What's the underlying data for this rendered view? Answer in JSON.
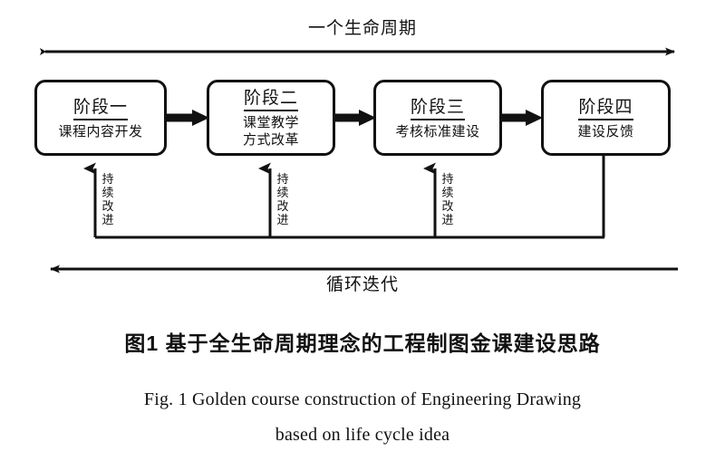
{
  "figure": {
    "top_cycle_label": "一个生命周期",
    "bottom_loop_label": "循环迭代",
    "caption_cn": "图1  基于全生命周期理念的工程制图金课建设思路",
    "caption_en_line1": "Fig. 1   Golden course construction of Engineering Drawing",
    "caption_en_line2": "based on life cycle idea",
    "line_color": "#111111",
    "background_color": "#ffffff"
  },
  "stages": [
    {
      "title": "阶段一",
      "desc_line1": "课程内容开发",
      "desc_line2": ""
    },
    {
      "title": "阶段二",
      "desc_line1": "课堂教学",
      "desc_line2": "方式改革"
    },
    {
      "title": "阶段三",
      "desc_line1": "考核标准建设",
      "desc_line2": ""
    },
    {
      "title": "阶段四",
      "desc_line1": "建设反馈",
      "desc_line2": ""
    }
  ],
  "feedback_labels": [
    {
      "c1": "持",
      "c2": "续",
      "c3": "改",
      "c4": "进"
    },
    {
      "c1": "持",
      "c2": "续",
      "c3": "改",
      "c4": "进"
    },
    {
      "c1": "持",
      "c2": "续",
      "c3": "改",
      "c4": "进"
    }
  ]
}
